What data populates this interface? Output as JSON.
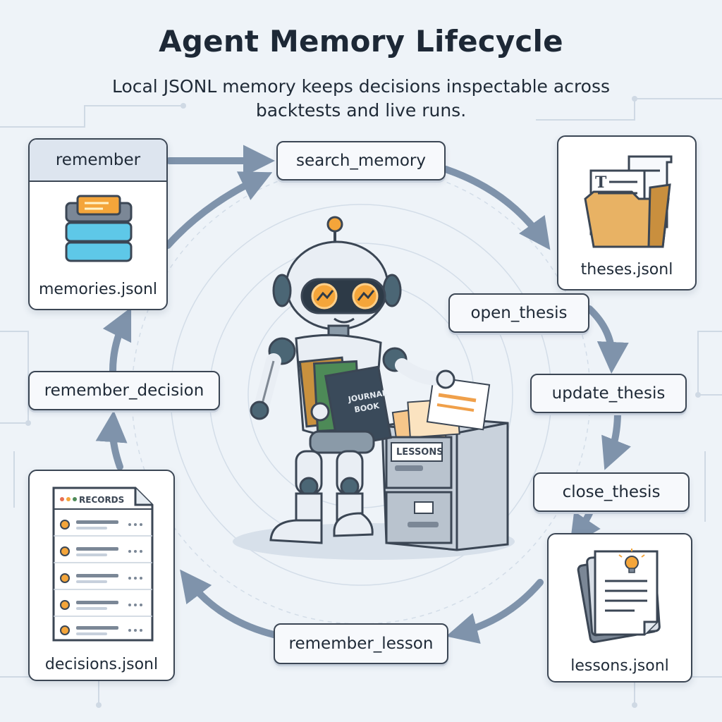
{
  "title": "Agent Memory Lifecycle",
  "subtitle": "Local JSONL memory keeps decisions inspectable across backtests and live runs.",
  "nodes": {
    "remember": "remember",
    "memories_file": "memories.jsonl",
    "search_memory": "search_memory",
    "theses_file": "theses.jsonl",
    "open_thesis": "open_thesis",
    "update_thesis": "update_thesis",
    "close_thesis": "close_thesis",
    "lessons_file": "lessons.jsonl",
    "remember_lesson": "remember_lesson",
    "decisions_file": "decisions.jsonl",
    "remember_decision": "remember_decision"
  },
  "illustrations": {
    "records_header": "RECORDS",
    "journal_book": "JOURNAL BOOK",
    "cabinet_drawer": "LESSONS"
  },
  "icons": [
    "database-icon",
    "folder-icon",
    "document-icon",
    "lightbulb-icon",
    "robot-icon",
    "book-icon",
    "filing-cabinet-icon"
  ],
  "colors": {
    "background": "#eef3f8",
    "border": "#3b4654",
    "arrow": "#7f93ab",
    "accent_orange": "#f4a53a",
    "accent_cyan": "#5ec8e8"
  }
}
